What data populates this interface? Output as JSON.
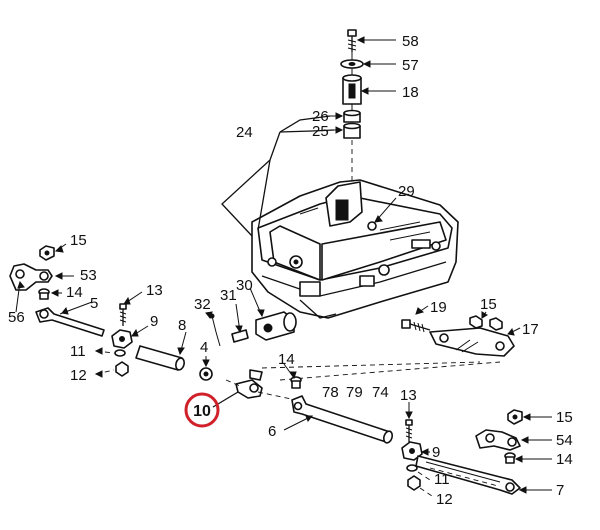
{
  "callouts": {
    "c58": "58",
    "c57": "57",
    "c18": "18",
    "c26": "26",
    "c25": "25",
    "c24": "24",
    "c29": "29",
    "c15a": "15",
    "c53": "53",
    "c14a": "14",
    "c56": "56",
    "c5": "5",
    "c13a": "13",
    "c9a": "9",
    "c8": "8",
    "c11a": "11",
    "c12a": "12",
    "c32": "32",
    "c31": "31",
    "c30": "30",
    "c4": "4",
    "c14b": "14",
    "c78": "78",
    "c79": "79",
    "c74": "74",
    "c19": "19",
    "c15b": "15",
    "c17": "17",
    "c13b": "13",
    "c6": "6",
    "c15c": "15",
    "c54": "54",
    "c9b": "9",
    "c14c": "14",
    "c11b": "11",
    "c12b": "12",
    "c7": "7"
  },
  "highlight": {
    "label": "10",
    "color": "#d0202a"
  }
}
